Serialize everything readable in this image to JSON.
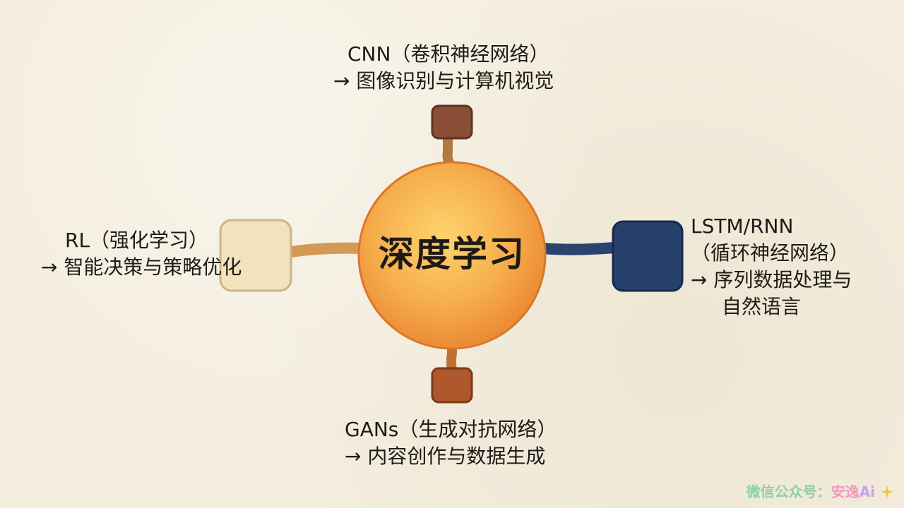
{
  "center": {
    "label": "深度学习",
    "color": "#f4a64a"
  },
  "nodes": {
    "top": {
      "name": "CNN（卷积神经网络）",
      "desc": "→ 图像识别与计算机视觉",
      "color": "#8a4e36"
    },
    "left": {
      "name": "RL（强化学习）",
      "desc": "→ 智能决策与策略优化",
      "color": "#f1e3bb"
    },
    "right": {
      "name": "LSTM/RNN",
      "name2": "（循环神经网络）",
      "desc": "→ 序列数据处理与",
      "desc2": "自然语言",
      "color": "#27406b"
    },
    "bottom": {
      "name": "GANs（生成对抗网络）",
      "desc": "→ 内容创作与数据生成",
      "color": "#b0582d"
    }
  },
  "watermark": {
    "part1": "微信公众号：",
    "part2": "安逸",
    "part3": "Ai",
    "icon": "sparkle-icon"
  }
}
